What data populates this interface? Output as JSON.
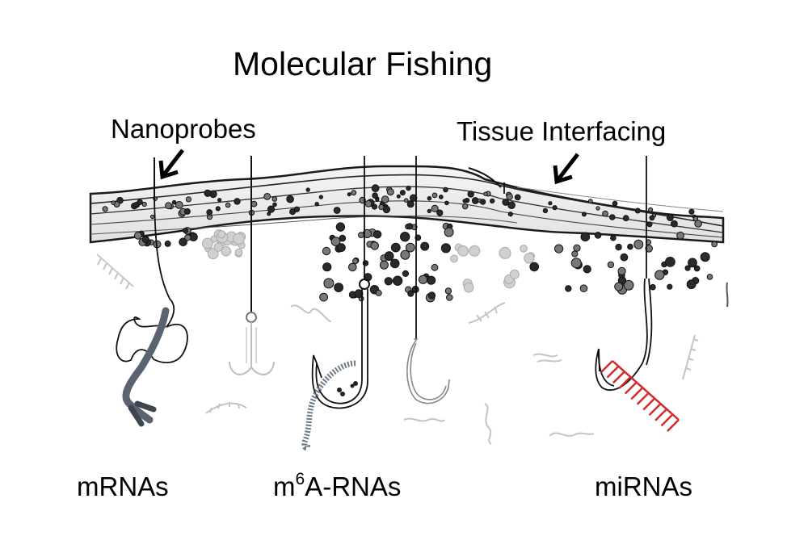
{
  "figure": {
    "title": "Molecular Fishing",
    "annotations": {
      "nanoprobes": "Nanoprobes",
      "tissue_interfacing": "Tissue Interfacing"
    },
    "targets": {
      "mrna": "mRNAs",
      "m6a_prefix": "m",
      "m6a_superscript": "6",
      "m6a_suffix": "A-RNAs",
      "mirna": "miRNAs"
    },
    "colors": {
      "ink": "#111111",
      "faded": "#bdbdbd",
      "mrna_strand": "#5a6470",
      "m6a_strand": "#6b7a8a",
      "mirna_strand": "#d42a2a"
    }
  }
}
